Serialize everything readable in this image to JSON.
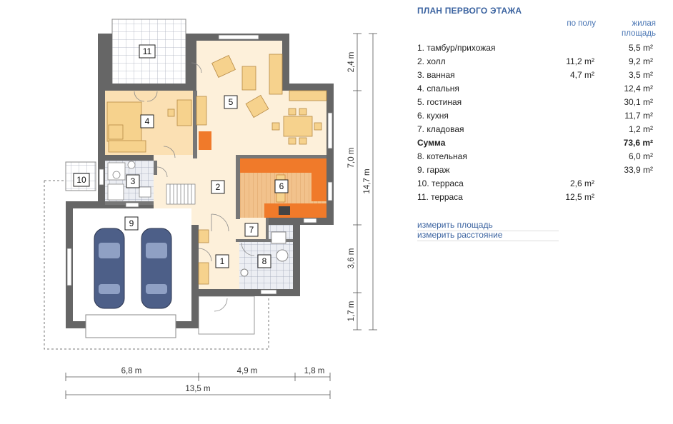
{
  "panel": {
    "title": "ПЛАН ПЕРВОГО ЭТАЖА",
    "col_floor": "по полу",
    "col_living_1": "жилая",
    "col_living_2": "площадь",
    "rows": [
      {
        "name": "1. тамбур/прихожая",
        "floor": "",
        "living": "5,5 m²"
      },
      {
        "name": "2. холл",
        "floor": "11,2 m²",
        "living": "9,2 m²"
      },
      {
        "name": "3. ванная",
        "floor": "4,7 m²",
        "living": "3,5 m²"
      },
      {
        "name": "4. спальня",
        "floor": "",
        "living": "12,4 m²"
      },
      {
        "name": "5. гостиная",
        "floor": "",
        "living": "30,1 m²"
      },
      {
        "name": "6. кухня",
        "floor": "",
        "living": "11,7 m²"
      },
      {
        "name": "7. кладовая",
        "floor": "",
        "living": "1,2 m²"
      },
      {
        "name": "Сумма",
        "floor": "",
        "living": "73,6 m²",
        "bold": true
      },
      {
        "name": "8. котельная",
        "floor": "",
        "living": "6,0 m²"
      },
      {
        "name": "9. гараж",
        "floor": "",
        "living": "33,9 m²"
      },
      {
        "name": "10. терраса",
        "floor": "2,6 m²",
        "living": ""
      },
      {
        "name": "11. терраса",
        "floor": "12,5 m²",
        "living": ""
      }
    ],
    "link_area": "измерить площадь",
    "link_distance": "измерить расстояние"
  },
  "plan": {
    "rooms": [
      "1",
      "2",
      "3",
      "4",
      "5",
      "6",
      "7",
      "8",
      "9",
      "10",
      "11"
    ],
    "dims": {
      "right_1": "2,4 m",
      "right_2": "7,0 m",
      "right_3": "3,6 m",
      "right_4": "1,7 m",
      "right_total": "14,7 m",
      "bottom_1": "6,8 m",
      "bottom_2": "4,9 m",
      "bottom_3": "1,8 m",
      "bottom_total": "13,5 m"
    },
    "colors": {
      "wall": "#666666",
      "living": "#fdf0da",
      "bedroom": "#fbe0b3",
      "kitchen_floor": "#f2c28c",
      "counter": "#f07a2a",
      "furniture": "#f6d28d",
      "tile": "#c9ccd6",
      "car": "#4d5f88"
    }
  }
}
